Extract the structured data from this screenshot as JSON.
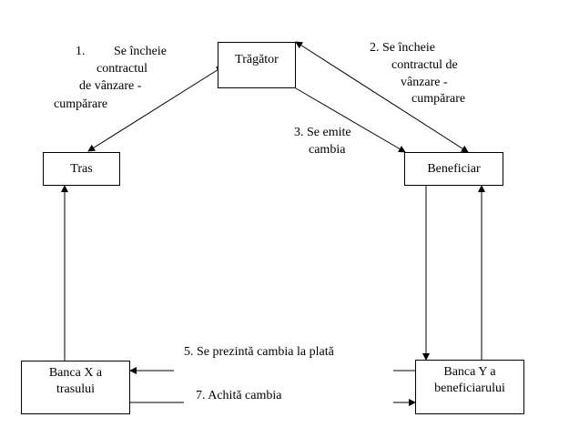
{
  "nodes": {
    "tragator": "Trăgător",
    "tras": "Tras",
    "beneficiar": "Beneficiar",
    "banca_x": [
      "Banca X a",
      "trasului"
    ],
    "banca_y": [
      "Banca Y a",
      "beneficiarului"
    ]
  },
  "labels": {
    "step1": [
      "1.",
      "Se încheie",
      "contractul",
      "de vânzare -",
      "cumpărare"
    ],
    "step2": [
      "2. Se încheie",
      "contractul de",
      "vânzare -",
      "cumpărare"
    ],
    "step3": [
      "3. Se emite",
      "cambia"
    ],
    "step5": "5. Se prezintă cambia la plată",
    "step7": "7. Achită cambia"
  },
  "colors": {
    "line": "#000000",
    "background": "#ffffff"
  }
}
